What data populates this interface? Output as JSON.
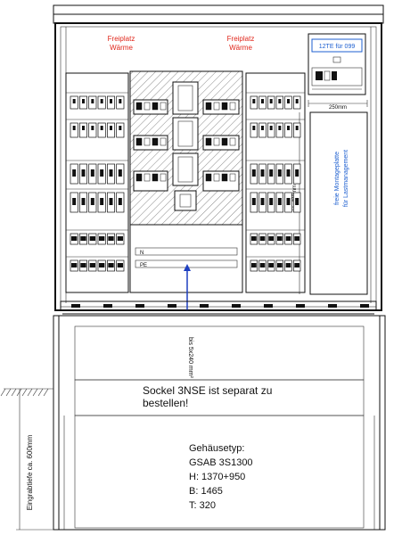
{
  "cabinet": {
    "label_left_line1": "Freiplatz",
    "label_left_line2": "Wärme",
    "label_right_line1": "Freiplatz",
    "label_right_line2": "Wärme",
    "meter_panel_label": "12TE für 099",
    "dimension_width": "250mm",
    "dimension_height": "ca. 480mm",
    "mounting_plate_line1": "freie Montageplatte",
    "mounting_plate_line2": "für Lastmanagement",
    "rail_label_top": "N",
    "rail_label_bottom": "PE",
    "cable_entry_label": "bis 5x240 mm²",
    "color_panel_text": "#1d5fd0",
    "color_label": "#e0261b"
  },
  "plinth": {
    "note_line1": "Sockel 3NSE ist separat zu",
    "note_line2": "bestellen!",
    "depth_label": "Eingrabtiefe ca. 600mm"
  },
  "specs": {
    "title": "Gehäusetyp:",
    "type": "GSAB 3S1300",
    "height": "H: 1370+950",
    "width": "B: 1465",
    "depth": "T: 320"
  }
}
